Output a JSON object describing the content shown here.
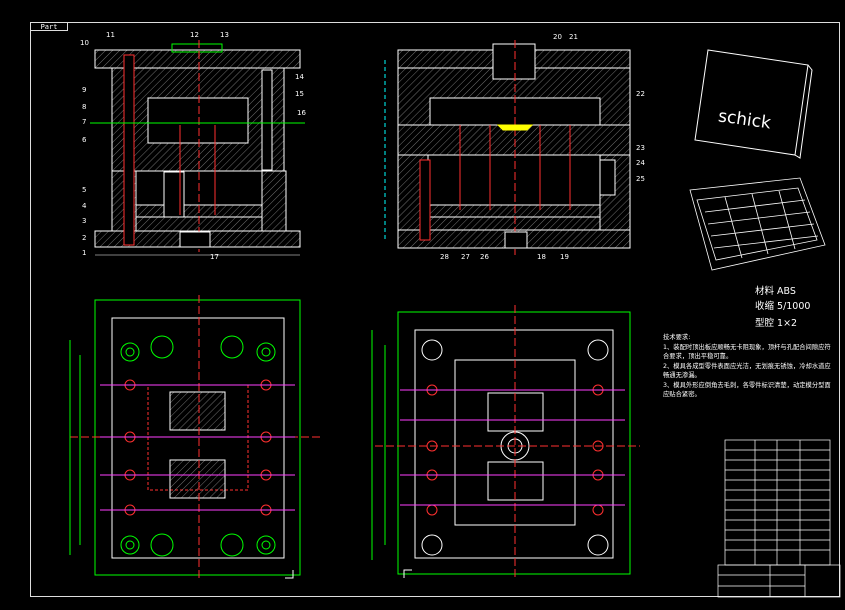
{
  "sheet": {
    "tag": "Part"
  },
  "section_a_labels": [
    "1",
    "2",
    "3",
    "4",
    "5",
    "6",
    "7",
    "8",
    "9",
    "10",
    "11",
    "12",
    "13",
    "14",
    "15",
    "16",
    "17"
  ],
  "section_b_labels": [
    "20",
    "21",
    "22",
    "23",
    "24",
    "25",
    "28",
    "27",
    "26",
    "18",
    "19"
  ],
  "product": {
    "logo_text": "schick"
  },
  "spec": {
    "material": "材料 ABS",
    "shrink": "收缩 5/1000",
    "cavity": "型腔 1×2"
  },
  "notes": {
    "title": "技术要求:",
    "items": [
      "1、装配时顶出板应顺畅无卡阻现象，顶杆与孔配合间隙应符合要求，顶出平稳可靠。",
      "2、模具各成型零件表面应光洁，无划痕无锈蚀，冷却水道应畅通无渗漏。",
      "3、模具外形应倒角去毛刺，各零件标识清楚，动定模分型面应贴合紧密。"
    ]
  },
  "colors": {
    "outline": "#ffffff",
    "cavity": "#00ff00",
    "center": "#ff3030",
    "hatch": "#cccccc",
    "cyan": "#00ffff",
    "yellow": "#ffff00",
    "magenta": "#ff40ff"
  }
}
